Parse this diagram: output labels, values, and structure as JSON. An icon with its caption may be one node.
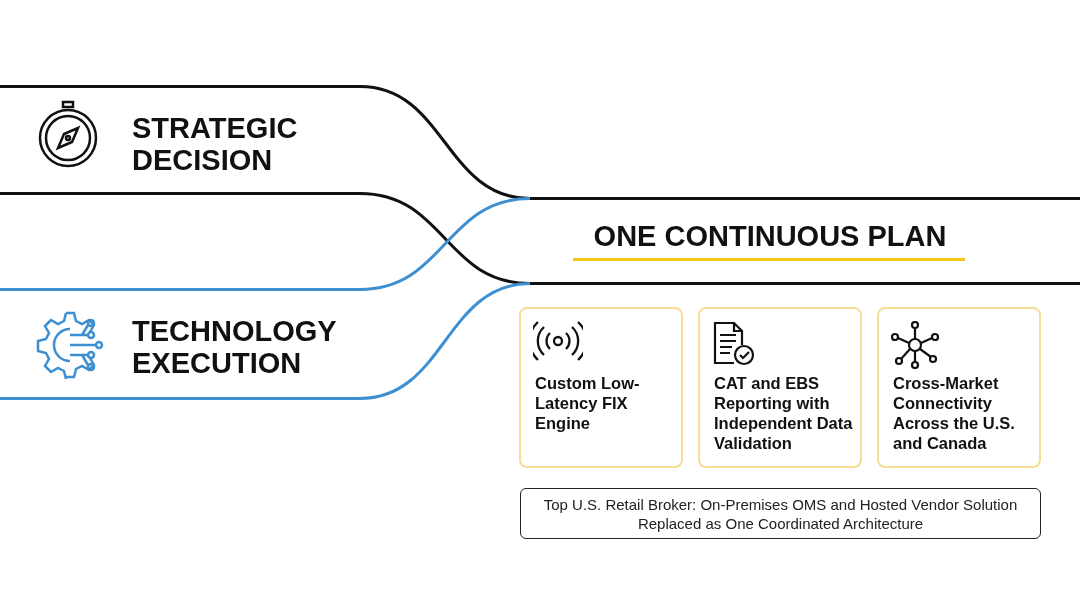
{
  "diagram": {
    "nodes": [
      {
        "text": [
          "STRATEGIC DECISION"
        ]
      },
      {
        "text": [
          "TECHNOLOGY EXECUTION"
        ]
      },
      {
        "text": [
          "ONE CONTINUOUS PLAN"
        ]
      },
      {
        "text": [
          "Custom Low-Latency FIX Engine"
        ]
      },
      {
        "text": [
          "CAT and EBS Reporting with Independent Data Validation"
        ]
      },
      {
        "text": [
          "Cross-Market Connectivity Across the U.S. and Canada"
        ]
      },
      {
        "text": [
          "Top U.S. Retail Broker: On-Premises OMS and Hosted Vendor Solution Replaced as One Coordinated Architecture"
        ]
      }
    ],
    "edges": [
      {
        "from": 0,
        "to": 2,
        "arrow": "none"
      },
      {
        "from": 1,
        "to": 2,
        "arrow": "none",
        "color": "#3d8fd1"
      }
    ]
  }
}
